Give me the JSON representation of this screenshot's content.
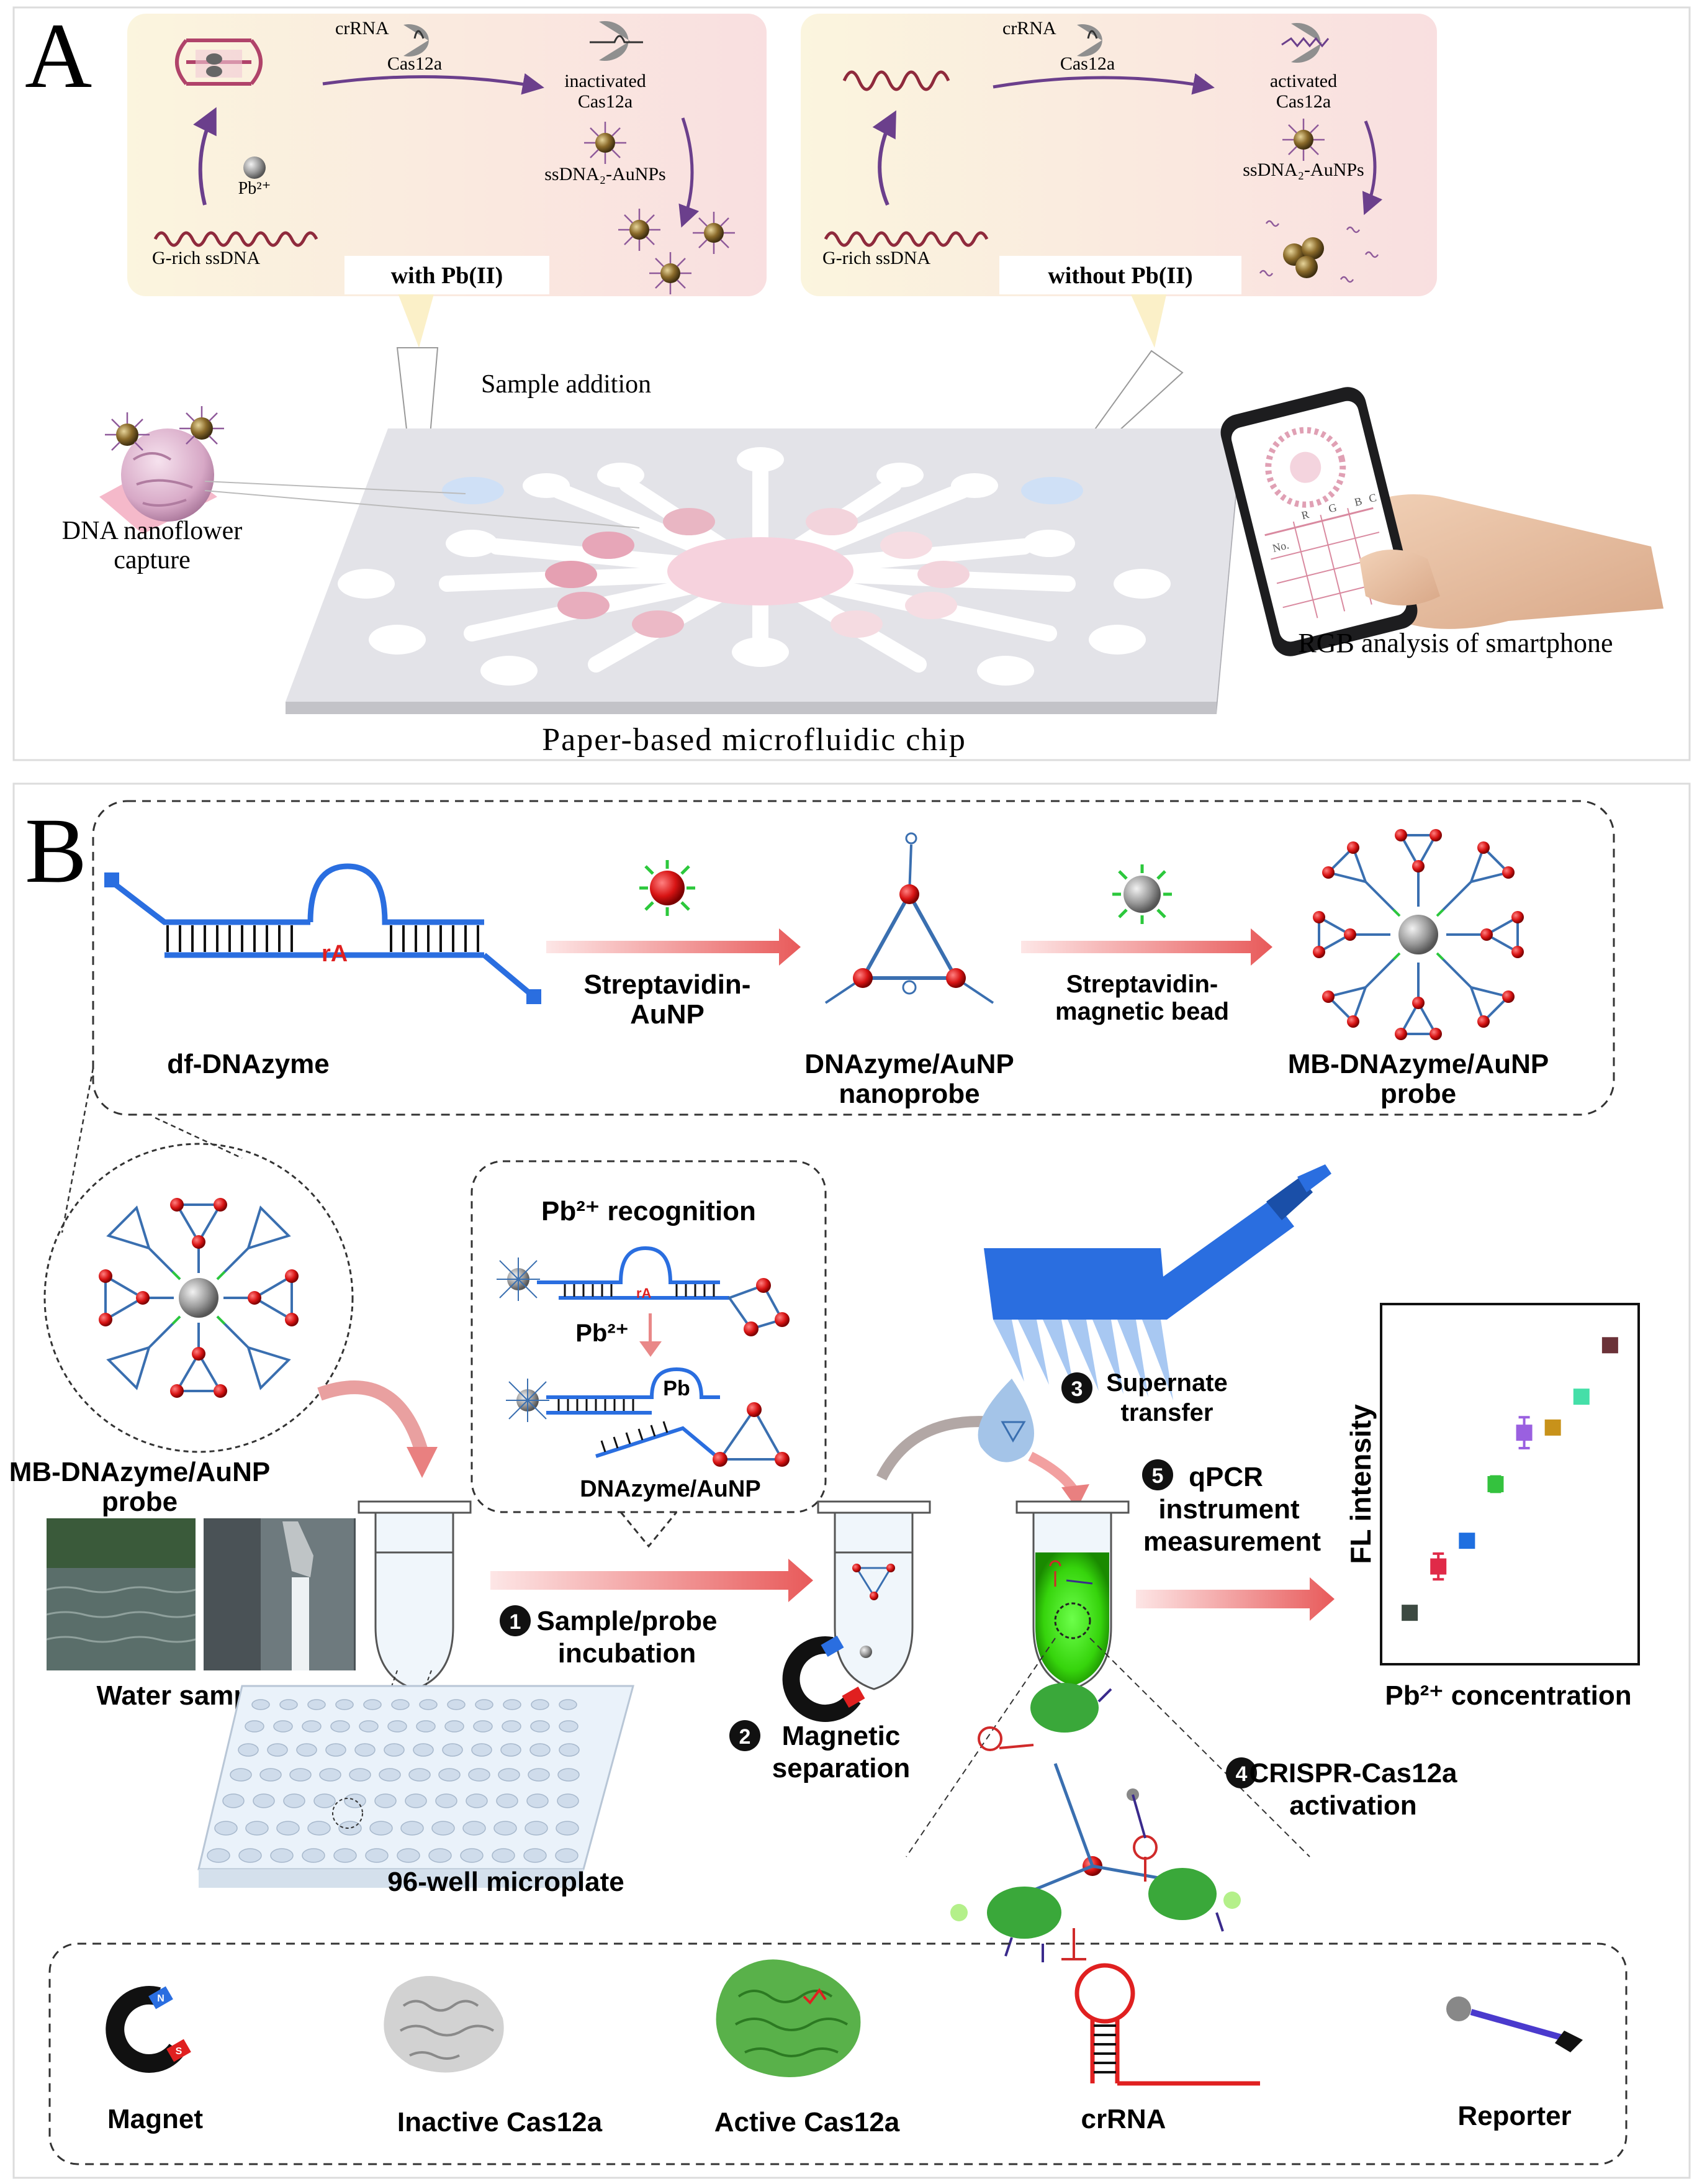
{
  "panelA": {
    "letter": "A",
    "left_box": {
      "crrna": "crRNA",
      "cas12a": "Cas12a",
      "inactivated": "inactivated",
      "inactivated_cas": "Cas12a",
      "pb": "Pb²⁺",
      "ssdna_aunps": "ssDNA₂-AuNPs",
      "grich": "G-rich ssDNA",
      "tag": "with Pb(II)"
    },
    "right_box": {
      "crrna": "crRNA",
      "cas12a": "Cas12a",
      "activated": "activated",
      "activated_cas": "Cas12a",
      "ssdna_aunps": "ssDNA₂-AuNPs",
      "grich": "G-rich ssDNA",
      "tag": "without Pb(II)"
    },
    "sample_addition": "Sample addition",
    "dna_nanoflower_1": "DNA nanoflower",
    "dna_nanoflower_2": "capture",
    "rgb_analysis": "RGB analysis of smartphone",
    "chip_caption": "Paper-based microfluidic chip",
    "phone_table": [
      "No.",
      "R",
      "G",
      "B",
      "C"
    ]
  },
  "panelB": {
    "letter": "B",
    "top": {
      "rA": "rA",
      "df_dnazyme": "df-DNAzyme",
      "streptavidin_aunp_1": "Streptavidin-",
      "streptavidin_aunp_2": "AuNP",
      "nanoprobe_1": "DNAzyme/AuNP",
      "nanoprobe_2": "nanoprobe",
      "mb_1": "Streptavidin-",
      "mb_2": "magnetic bead",
      "mb_probe_1": "MB-DNAzyme/AuNP",
      "mb_probe_2": "probe"
    },
    "recognition": {
      "title": "Pb²⁺ recognition",
      "rA": "rA",
      "pb2": "Pb²⁺",
      "pb": "Pb",
      "dnazyme_aunp": "DNAzyme/AuNP"
    },
    "mb_probe_label_1": "MB-DNAzyme/AuNP",
    "mb_probe_label_2": "probe",
    "water_samples": "Water samples",
    "microplate": "96-well microplate",
    "steps": [
      {
        "num": "1",
        "line1": "Sample/probe",
        "line2": "incubation"
      },
      {
        "num": "2",
        "line1": "Magnetic",
        "line2": "separation"
      },
      {
        "num": "3",
        "line1": "Supernate",
        "line2": "transfer"
      },
      {
        "num": "4",
        "line1": "CRISPR-Cas12a",
        "line2": "activation"
      },
      {
        "num": "5",
        "line1": "qPCR",
        "line2": "instrument",
        "line3": "measurement"
      }
    ],
    "legend": [
      "Magnet",
      "Inactive Cas12a",
      "Active Cas12a",
      "crRNA",
      "Reporter"
    ],
    "magnet_n": "N",
    "magnet_s": "S"
  },
  "chart_data": {
    "type": "scatter",
    "xlabel": "Pb²⁺ concentration",
    "ylabel": "FL intensity",
    "x": [
      1,
      2,
      3,
      4,
      5,
      6,
      7,
      8
    ],
    "y": [
      1.0,
      1.9,
      2.4,
      3.5,
      4.5,
      4.6,
      5.2,
      6.2
    ],
    "err": [
      0.05,
      0.25,
      0.1,
      0.15,
      0.3,
      0.1,
      0.1,
      0.1
    ],
    "colors": [
      "#3d4a42",
      "#e02a48",
      "#1f6fe0",
      "#34c23e",
      "#9a60e0",
      "#c8921a",
      "#45dfa8",
      "#6b3238"
    ],
    "xlim": [
      0,
      9
    ],
    "ylim": [
      0,
      7
    ]
  }
}
